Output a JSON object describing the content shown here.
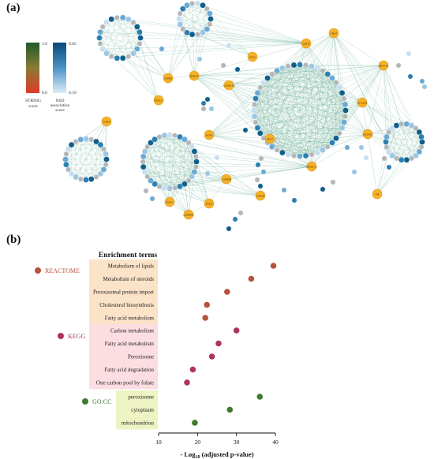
{
  "panel_a": {
    "label": "(a)",
    "legend": {
      "string": {
        "top": "1.0",
        "bottom": "0.0",
        "title1": "STRING",
        "title2": "score"
      },
      "nsd": {
        "top": "0.82",
        "bottom": "0.10",
        "title1": "NSD",
        "title2": "association",
        "title3": "score"
      }
    },
    "hub_labels": [
      "DECR",
      "CRAT",
      "MLYCD",
      "ACADM",
      "ACOX3",
      "HMGCS1",
      "FH",
      "GAPDH",
      "PGK1",
      "PGK2",
      "GAPDHS",
      "DHRS4",
      "GMPR",
      "GMPS",
      "TKTL2",
      "ECH1",
      "ALDH1A1",
      "SCP2",
      "PEX7",
      "HADH"
    ]
  },
  "panel_b": {
    "label": "(b)",
    "chart_data": {
      "type": "scatter",
      "title": "Enrichment terms",
      "xlabel_main": "- Log",
      "xlabel_sub": "10",
      "xlabel_tail": " (adjusted p-value)",
      "xlim": [
        10,
        40
      ],
      "xticks": [
        "10",
        "20",
        "30",
        "40"
      ],
      "groups": [
        {
          "name": "REACTOME",
          "color": "#b5533c",
          "band": "#fbe3c8",
          "terms": [
            {
              "term": "Metabolism of lipids",
              "value": 39.5
            },
            {
              "term": "Metabolism of steroids",
              "value": 33.8
            },
            {
              "term": "Peroxisomal protein import",
              "value": 27.6
            },
            {
              "term": "Cholesterol biosynthesis",
              "value": 22.4
            },
            {
              "term": "Fatty acid metabolism",
              "value": 22.0
            }
          ]
        },
        {
          "name": "KEGG",
          "color": "#b0325e",
          "band": "#fbdde2",
          "terms": [
            {
              "term": "Carbon metabolism",
              "value": 30.0
            },
            {
              "term": "Fatty acid metabolism",
              "value": 25.4
            },
            {
              "term": "Peroxisome",
              "value": 23.7
            },
            {
              "term": "Fatty acid degradation",
              "value": 18.8
            },
            {
              "term": "One carbon pool by folate",
              "value": 17.3
            }
          ]
        },
        {
          "name": "GO:CC",
          "color": "#3f7a2c",
          "band": "#eef3c4",
          "terms": [
            {
              "term": "peroxisome",
              "value": 36.0
            },
            {
              "term": "cytoplasm",
              "value": 28.3
            },
            {
              "term": "mitochondrion",
              "value": 19.3
            }
          ]
        }
      ]
    }
  }
}
